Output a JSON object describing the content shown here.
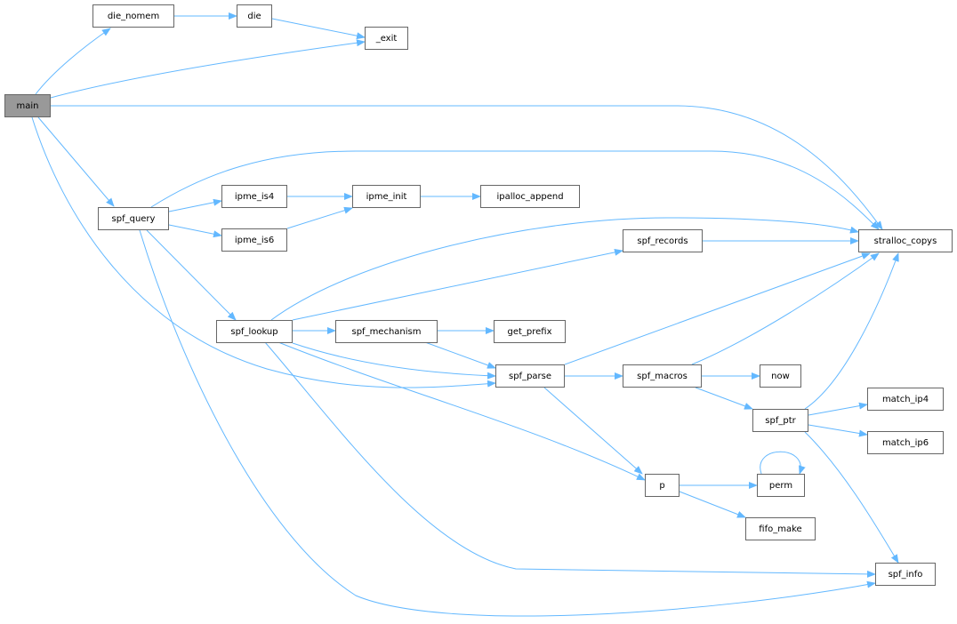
{
  "graph": {
    "type": "call-graph",
    "root": "main",
    "colors": {
      "edge": "#63b8ff",
      "node_border": "#666666",
      "root_fill": "#999999",
      "node_fill": "#ffffff"
    },
    "nodes": {
      "main": "main",
      "die_nomem": "die_nomem",
      "die": "die",
      "exit": "_exit",
      "spf_query": "spf_query",
      "ipme_is4": "ipme_is4",
      "ipme_is6": "ipme_is6",
      "ipme_init": "ipme_init",
      "ipalloc_append": "ipalloc_append",
      "spf_lookup": "spf_lookup",
      "spf_mechanism": "spf_mechanism",
      "get_prefix": "get_prefix",
      "spf_records": "spf_records",
      "stralloc_copys": "stralloc_copys",
      "spf_parse": "spf_parse",
      "spf_macros": "spf_macros",
      "now": "now",
      "spf_ptr": "spf_ptr",
      "match_ip4": "match_ip4",
      "match_ip6": "match_ip6",
      "p": "p",
      "perm": "perm",
      "fifo_make": "fifo_make",
      "spf_info": "spf_info"
    },
    "edges": [
      [
        "main",
        "die_nomem"
      ],
      [
        "main",
        "_exit"
      ],
      [
        "main",
        "stralloc_copys"
      ],
      [
        "main",
        "spf_query"
      ],
      [
        "main",
        "spf_parse"
      ],
      [
        "die_nomem",
        "die"
      ],
      [
        "die",
        "_exit"
      ],
      [
        "spf_query",
        "stralloc_copys"
      ],
      [
        "spf_query",
        "ipme_is4"
      ],
      [
        "spf_query",
        "ipme_is6"
      ],
      [
        "spf_query",
        "spf_lookup"
      ],
      [
        "spf_query",
        "spf_info"
      ],
      [
        "ipme_is4",
        "ipme_init"
      ],
      [
        "ipme_is6",
        "ipme_init"
      ],
      [
        "ipme_init",
        "ipalloc_append"
      ],
      [
        "spf_lookup",
        "stralloc_copys"
      ],
      [
        "spf_lookup",
        "spf_records"
      ],
      [
        "spf_lookup",
        "spf_mechanism"
      ],
      [
        "spf_lookup",
        "spf_parse"
      ],
      [
        "spf_lookup",
        "p"
      ],
      [
        "spf_lookup",
        "spf_info"
      ],
      [
        "spf_mechanism",
        "get_prefix"
      ],
      [
        "spf_mechanism",
        "spf_parse"
      ],
      [
        "spf_records",
        "stralloc_copys"
      ],
      [
        "spf_parse",
        "stralloc_copys"
      ],
      [
        "spf_parse",
        "spf_macros"
      ],
      [
        "spf_parse",
        "p"
      ],
      [
        "spf_macros",
        "stralloc_copys"
      ],
      [
        "spf_macros",
        "now"
      ],
      [
        "spf_macros",
        "spf_ptr"
      ],
      [
        "spf_ptr",
        "stralloc_copys"
      ],
      [
        "spf_ptr",
        "match_ip4"
      ],
      [
        "spf_ptr",
        "match_ip6"
      ],
      [
        "spf_ptr",
        "spf_info"
      ],
      [
        "p",
        "perm"
      ],
      [
        "p",
        "fifo_make"
      ],
      [
        "perm",
        "perm"
      ]
    ]
  }
}
